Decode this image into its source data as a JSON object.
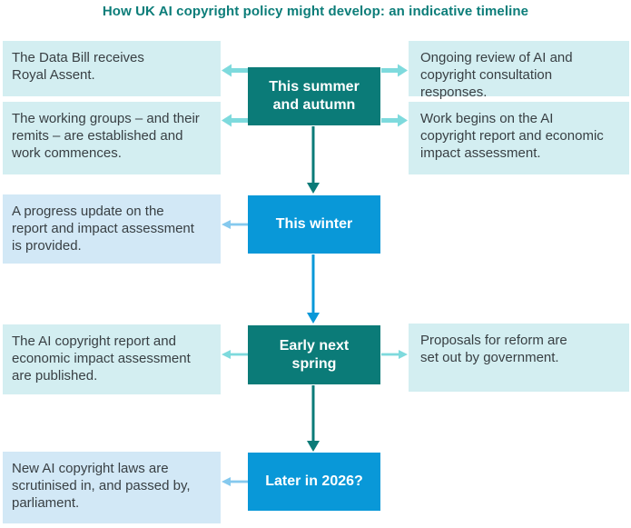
{
  "title": "How UK AI copyright policy might develop: an indicative timeline",
  "colors": {
    "teal_dark": "#0b7b78",
    "blue": "#0998d8",
    "bg_teal_light": "#d3eef1",
    "bg_blue_light": "#d2e8f6",
    "arrow_teal": "#7edadd",
    "arrow_blue": "#85c9ee",
    "text_dark": "#383f43",
    "title": "#0c7d79"
  },
  "stages": [
    {
      "label": "This summer\nand autumn"
    },
    {
      "label": "This winter"
    },
    {
      "label": "Early next\nspring"
    },
    {
      "label": "Later in 2026?"
    }
  ],
  "events": {
    "summer_left1": "The Data Bill receives\nRoyal Assent.",
    "summer_left2": "The working groups – and their\nremits – are established and\nwork commences.",
    "summer_right1": "Ongoing review of AI and\ncopyright consultation responses.",
    "summer_right2": "Work begins on the AI\ncopyright report and economic\nimpact assessment.",
    "winter_left": "A progress update on the\nreport and impact assessment\nis provided.",
    "spring_left": "The AI copyright report and\neconomic impact assessment\nare published.",
    "spring_right": "Proposals for reform are\nset out by government.",
    "later_left": "New AI copyright laws are\nscrutinised in, and passed by,\nparliament."
  }
}
